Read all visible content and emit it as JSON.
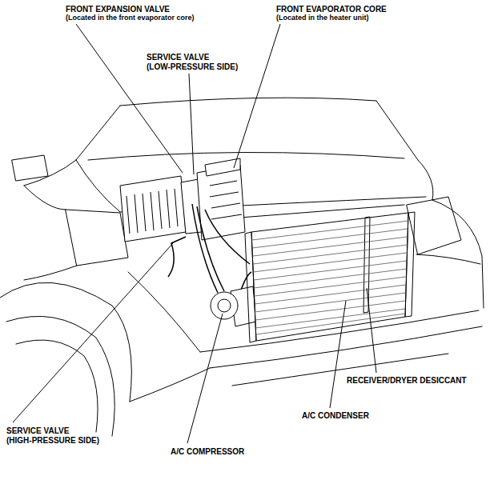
{
  "diagram": {
    "labels": [
      "FRONT EXPANSION VALVE",
      "(Located in the front evaporator core)",
      "SERVICE VALVE",
      "(LOW-PRESSURE SIDE)",
      "FRONT EVAPORATOR CORE",
      "(Located in the heater unit)",
      "RECEIVER/DRYER DESICCANT",
      "A/C CONDENSER",
      "SERVICE VALVE",
      "(HIGH-PRESSURE SIDE)",
      "A/C COMPRESSOR"
    ]
  }
}
